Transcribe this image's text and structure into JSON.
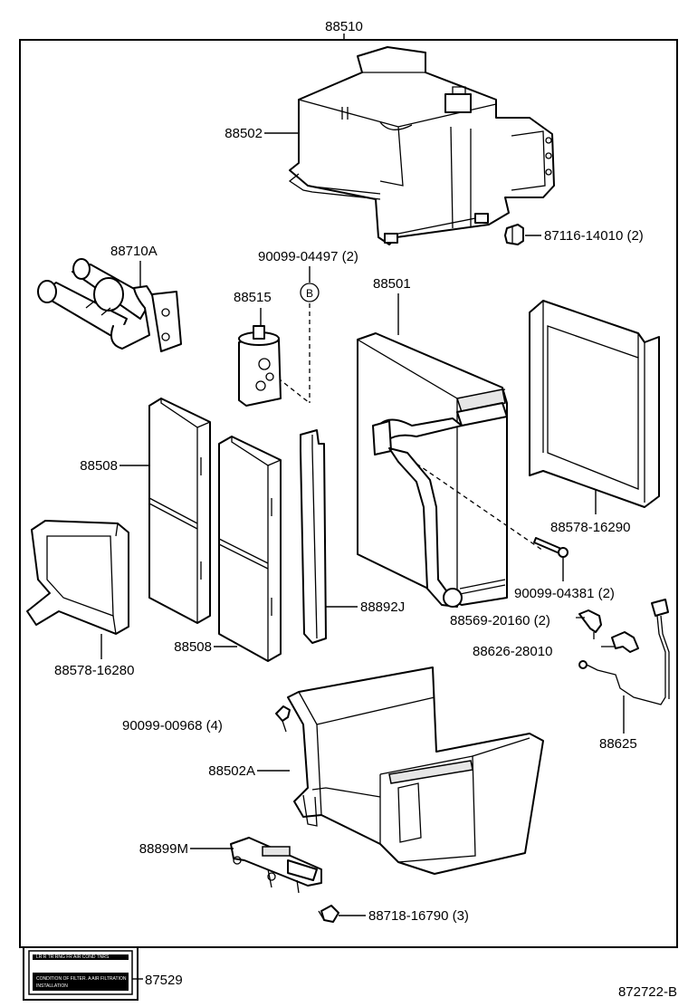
{
  "labels": {
    "assembly": "88510",
    "case_upper": "88502",
    "clip": "87116-14010 (2)",
    "pipe_connector": "88710A",
    "bolt_b": "90099-04497 (2)",
    "ref_b": "B",
    "expansion_valve": "88515",
    "evaporator": "88501",
    "seal_right": "88578-16290",
    "filter_a": "88508",
    "filter_b": "88508",
    "seal_left": "88578-16280",
    "packing": "88892J",
    "bolt_c": "90099-04381 (2)",
    "clamp": "88569-20160 (2)",
    "thermistor_clip": "88626-28010",
    "thermistor": "88625",
    "screw": "90099-00968 (4)",
    "case_lower": "88502A",
    "bracket": "88899M",
    "grommet": "88718-16790 (3)",
    "caution_label": "87529",
    "diagram_id": "872722-B"
  },
  "caution_label_text": {
    "line1": "LR R TR RNG FR AIR COND TNRS",
    "line2": "CONDITION OF FILTER. A AIR FILTRATION",
    "line3": "INSTALLATION"
  }
}
